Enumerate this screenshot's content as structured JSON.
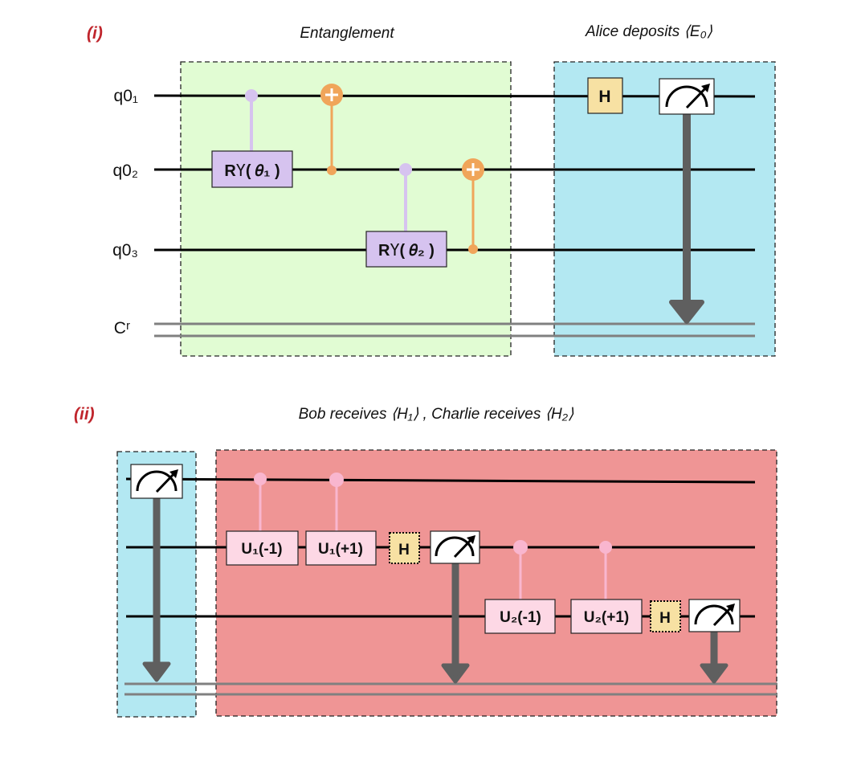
{
  "colors": {
    "entanglement_box": "#e1fcd3",
    "alice_box": "#b3e8f2",
    "bob_charlie_box": "#ef9595",
    "ry_gate": "#d6c3ef",
    "cnot": "#f0a55a",
    "h_gate": "#f7e1a3",
    "u_gate": "#fdd8e5",
    "u_control": "#f9b6cf",
    "panel_label": "#c0262d",
    "measure_arrow": "#5f5f5f"
  },
  "panel_i": {
    "label": "(i)",
    "title_left": "Entanglement",
    "title_right": "Alice deposits ⟨E₀⟩",
    "qubits": [
      "q0₁",
      "q0₂",
      "q0₃"
    ],
    "classical": "Cʳ",
    "gates": {
      "ry1_prefix": "R",
      "ry1_y": "Y",
      "ry1_arg": "( 𝜃₁ )",
      "ry2_prefix": "R",
      "ry2_y": "Y",
      "ry2_arg": "( 𝜃₂ )",
      "h": "H"
    }
  },
  "panel_ii": {
    "label": "(ii)",
    "title": "Bob receives ⟨H₁⟩ , Charlie receives ⟨H₂⟩",
    "gates": {
      "u1_minus": "U₁(-1)",
      "u1_plus": "U₁(+1)",
      "h1": "H",
      "u2_minus": "U₂(-1)",
      "u2_plus": "U₂(+1)",
      "h2": "H"
    }
  }
}
